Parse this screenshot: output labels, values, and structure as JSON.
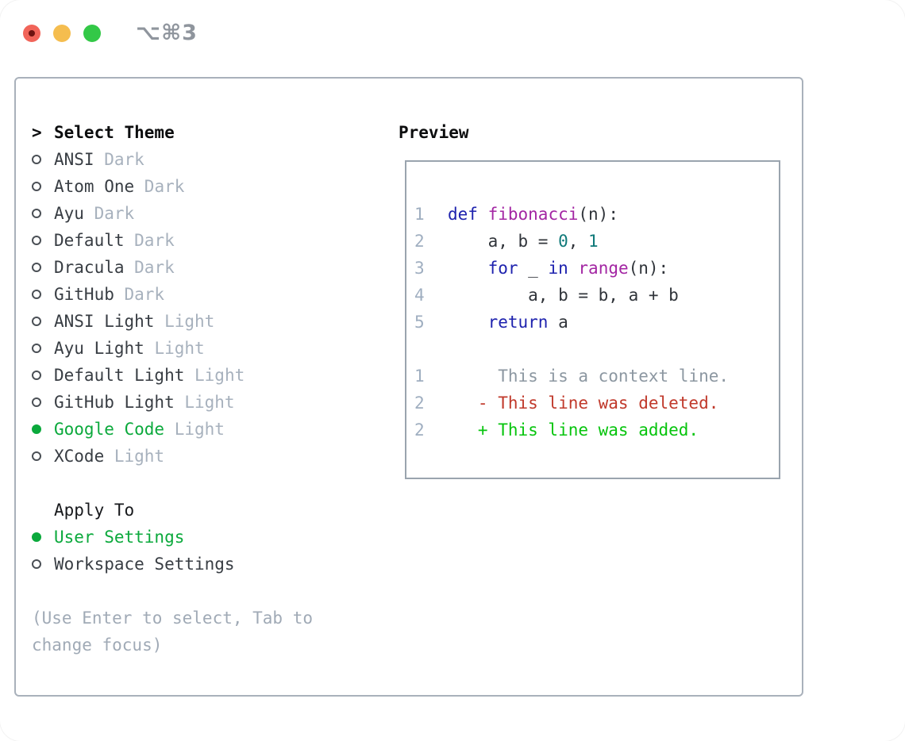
{
  "window": {
    "title": "⌥⌘3",
    "traffic_lights": [
      {
        "name": "close",
        "color": "#F16459"
      },
      {
        "name": "minimize",
        "color": "#F5BD4F"
      },
      {
        "name": "zoom",
        "color": "#33C847"
      }
    ]
  },
  "theme_section": {
    "prompt": ">",
    "title": "Select Theme",
    "items": [
      {
        "name": "ANSI",
        "variant": "Dark",
        "selected": false
      },
      {
        "name": "Atom One",
        "variant": "Dark",
        "selected": false
      },
      {
        "name": "Ayu",
        "variant": "Dark",
        "selected": false
      },
      {
        "name": "Default",
        "variant": "Dark",
        "selected": false
      },
      {
        "name": "Dracula",
        "variant": "Dark",
        "selected": false
      },
      {
        "name": "GitHub",
        "variant": "Dark",
        "selected": false
      },
      {
        "name": "ANSI Light",
        "variant": "Light",
        "selected": false
      },
      {
        "name": "Ayu Light",
        "variant": "Light",
        "selected": false
      },
      {
        "name": "Default Light",
        "variant": "Light",
        "selected": false
      },
      {
        "name": "GitHub Light",
        "variant": "Light",
        "selected": false
      },
      {
        "name": "Google Code",
        "variant": "Light",
        "selected": true
      },
      {
        "name": "XCode",
        "variant": "Light",
        "selected": false
      }
    ]
  },
  "apply_section": {
    "title": "Apply To",
    "items": [
      {
        "name": "User Settings",
        "selected": true
      },
      {
        "name": "Workspace Settings",
        "selected": false
      }
    ]
  },
  "help_text": "(Use Enter to select, Tab to change focus)",
  "preview": {
    "title": "Preview",
    "code_lines": [
      {
        "num": "1",
        "segments": [
          [
            "kw",
            "def"
          ],
          [
            "pl",
            " "
          ],
          [
            "fn",
            "fibonacci"
          ],
          [
            "pl",
            "(n):"
          ]
        ]
      },
      {
        "num": "2",
        "segments": [
          [
            "pl",
            "    a, b = "
          ],
          [
            "lit",
            "0"
          ],
          [
            "pl",
            ", "
          ],
          [
            "lit",
            "1"
          ]
        ]
      },
      {
        "num": "3",
        "segments": [
          [
            "pl",
            "    "
          ],
          [
            "kw",
            "for"
          ],
          [
            "pl",
            " _ "
          ],
          [
            "kw",
            "in"
          ],
          [
            "pl",
            " "
          ],
          [
            "fn",
            "range"
          ],
          [
            "pl",
            "(n):"
          ]
        ]
      },
      {
        "num": "4",
        "segments": [
          [
            "pl",
            "        a, b = b, a + b"
          ]
        ]
      },
      {
        "num": "5",
        "segments": [
          [
            "pl",
            "    "
          ],
          [
            "kw",
            "return"
          ],
          [
            "pl",
            " a"
          ]
        ]
      },
      {
        "num": "",
        "segments": []
      },
      {
        "num": "1",
        "segments": [
          [
            "ctx",
            "     This is a context line."
          ]
        ]
      },
      {
        "num": "2",
        "segments": [
          [
            "del",
            "   - This line was deleted."
          ]
        ]
      },
      {
        "num": "2",
        "segments": [
          [
            "add",
            "   + This line was added."
          ]
        ]
      }
    ]
  },
  "colors": {
    "selected_green": "#0BA93C",
    "diff_added_green": "#06C40D",
    "diff_deleted_red": "#C0392B",
    "diff_context_gray": "#8C97A1",
    "keyword_blue": "#1E22AE",
    "function_purple": "#A326A3",
    "literal_teal": "#0F7979",
    "muted_gray": "#A7B1BD",
    "panel_border": "#A9B1BB"
  }
}
